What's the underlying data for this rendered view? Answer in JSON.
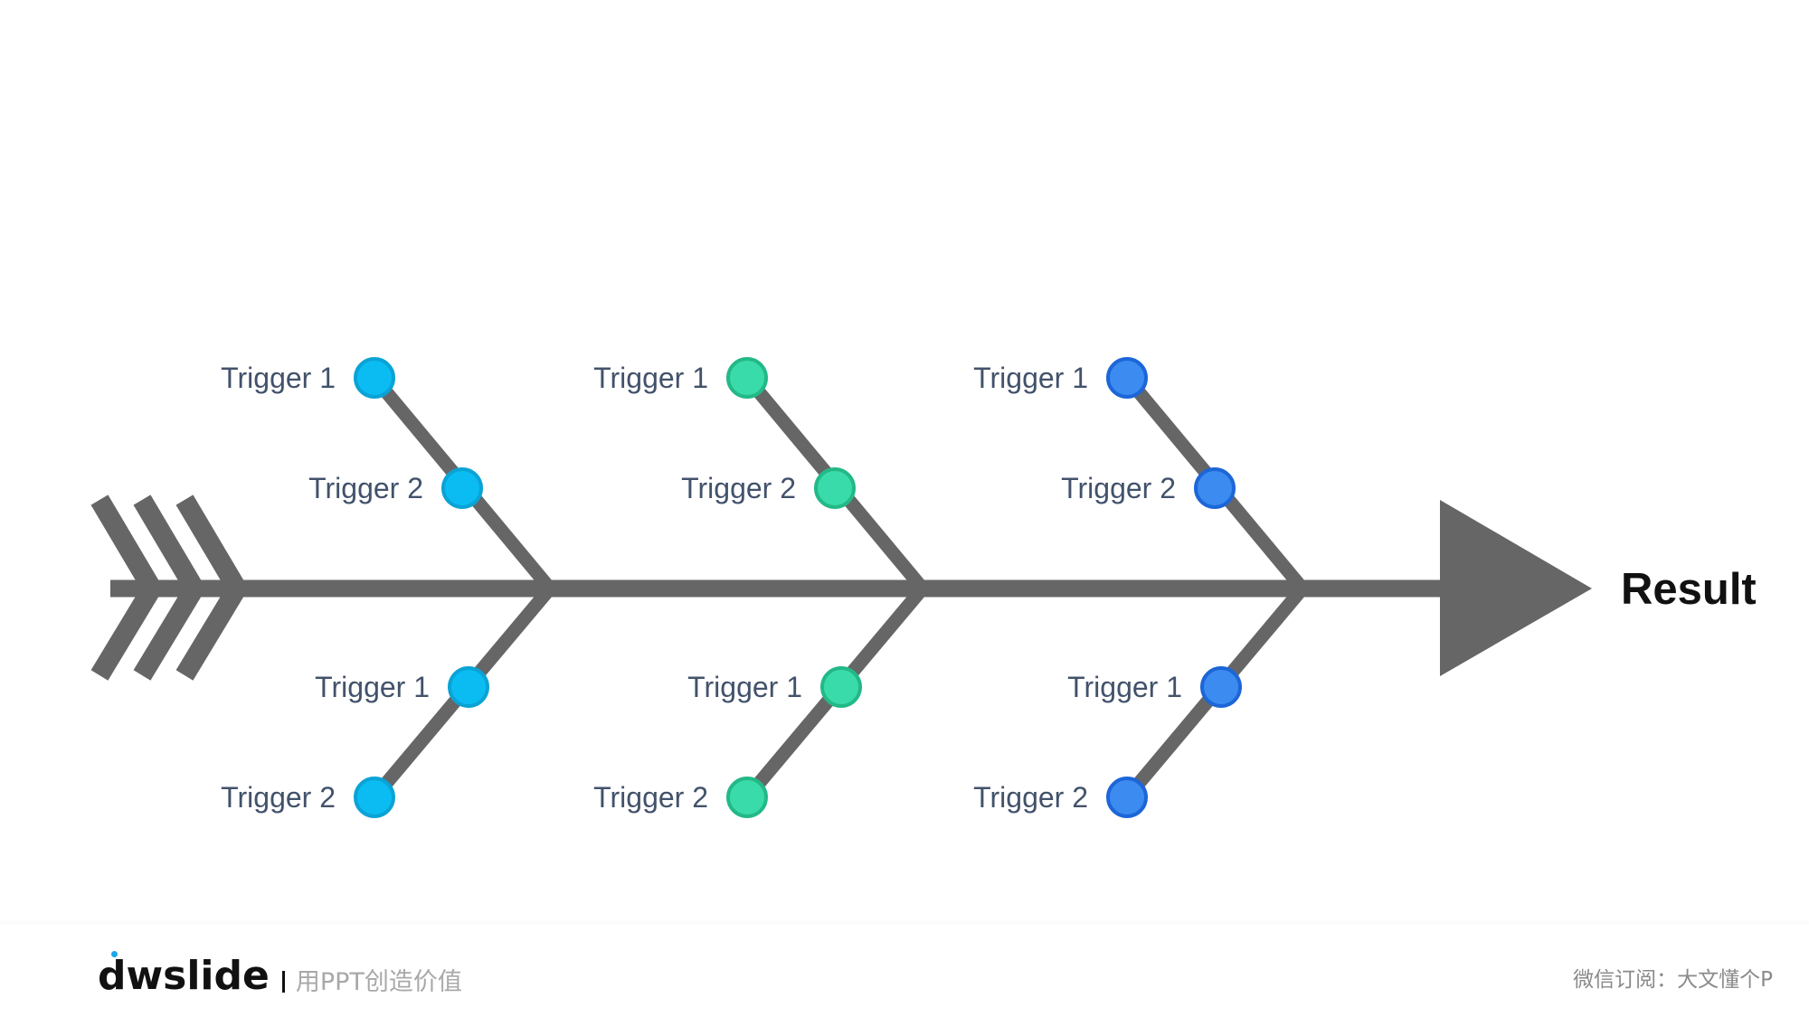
{
  "diagram": {
    "type": "fishbone",
    "result_label": "Result",
    "spine_color": "#666666",
    "groups": [
      {
        "node_color": "#0bbcf2",
        "node_border": "#0aa3d6",
        "top": [
          "Trigger 1",
          "Trigger 2"
        ],
        "bottom": [
          "Trigger 1",
          "Trigger 2"
        ]
      },
      {
        "node_color": "#3adbab",
        "node_border": "#23b987",
        "top": [
          "Trigger 1",
          "Trigger 2"
        ],
        "bottom": [
          "Trigger 1",
          "Trigger 2"
        ]
      },
      {
        "node_color": "#3c8bf0",
        "node_border": "#1c66d8",
        "top": [
          "Trigger 1",
          "Trigger 2"
        ],
        "bottom": [
          "Trigger 1",
          "Trigger 2"
        ]
      }
    ],
    "label_color": "#42526b"
  },
  "footer": {
    "brand": "dwslide",
    "brand_dot_color": "#1aa6e8",
    "tagline": "用PPT创造价值",
    "wechat": "微信订阅：大文懂个P"
  }
}
